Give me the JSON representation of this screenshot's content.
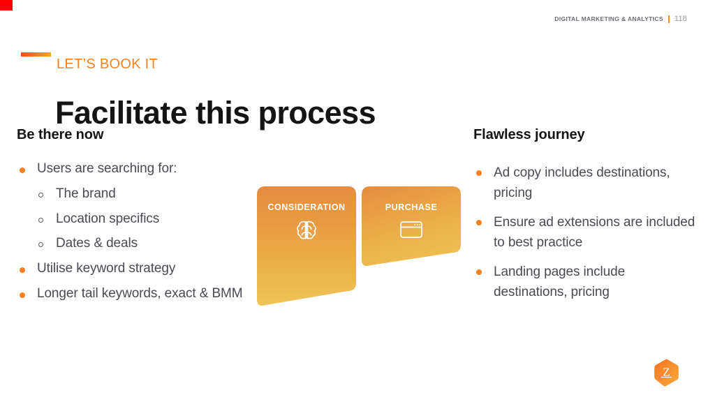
{
  "slide": {
    "header": {
      "breadcrumb": "DIGITAL MARKETING & ANALYTICS",
      "separator": "|",
      "page_number": "118"
    },
    "eyebrow": "LET’S BOOK IT",
    "title": "Facilitate this process"
  },
  "left_column": {
    "heading": "Be there now",
    "items": [
      {
        "level": 1,
        "text": "Users are searching for:"
      },
      {
        "level": 2,
        "text": "The brand"
      },
      {
        "level": 2,
        "text": "Location specifics"
      },
      {
        "level": 2,
        "text": "Dates & deals"
      },
      {
        "level": 1,
        "text": "Utilise keyword strategy"
      },
      {
        "level": 1,
        "text": "Longer tail keywords, exact & BMM"
      }
    ]
  },
  "right_column": {
    "heading": "Flawless journey",
    "items": [
      {
        "level": 1,
        "text": "Ad copy includes destinations, pricing"
      },
      {
        "level": 1,
        "text": "Ensure ad extensions are included to best practice"
      },
      {
        "level": 1,
        "text": "Landing pages include destinations, pricing"
      }
    ]
  },
  "funnel": {
    "stages": [
      {
        "label": "CONSIDERATION",
        "icon": "brain-icon"
      },
      {
        "label": "PURCHASE",
        "icon": "browser-window-icon"
      }
    ],
    "gradient_top": "#E5873C",
    "gradient_bottom": "#EFC855"
  },
  "brand": {
    "logo_letter": "Z",
    "logo_color_start": "#F5731F",
    "logo_color_end": "#F9A23B"
  },
  "theme": {
    "accent_orange": "#F58220",
    "accent_red": "#F04E12",
    "corner_marker": "#FF0000",
    "heading_color": "#141414",
    "body_text_color": "#4a4a52"
  }
}
